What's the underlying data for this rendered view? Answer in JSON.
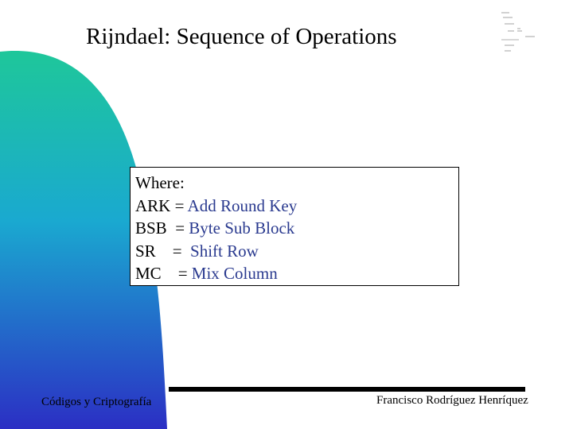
{
  "slide": {
    "title": "Rijndael: Sequence of Operations",
    "where_box": {
      "heading": "Where:",
      "items": [
        {
          "abbr": "ARK ",
          "eq": "= ",
          "meaning": "Add Round Key"
        },
        {
          "abbr": "BSB  ",
          "eq": "= ",
          "meaning": "Byte Sub Block"
        },
        {
          "abbr": "SR    ",
          "eq": "=  ",
          "meaning": "Shift Row"
        },
        {
          "abbr": "MC    ",
          "eq": "= ",
          "meaning": "Mix Column"
        }
      ]
    },
    "footer": {
      "left": "Códigos y Criptografía",
      "right": "Francisco Rodríguez Henríquez"
    }
  },
  "colors": {
    "gradient_top": "#1ec79a",
    "gradient_mid": "#1aa9d0",
    "gradient_bottom": "#2b2fc4",
    "meaning_text": "#2a3a8f"
  },
  "icons": [
    "logo-icon"
  ]
}
